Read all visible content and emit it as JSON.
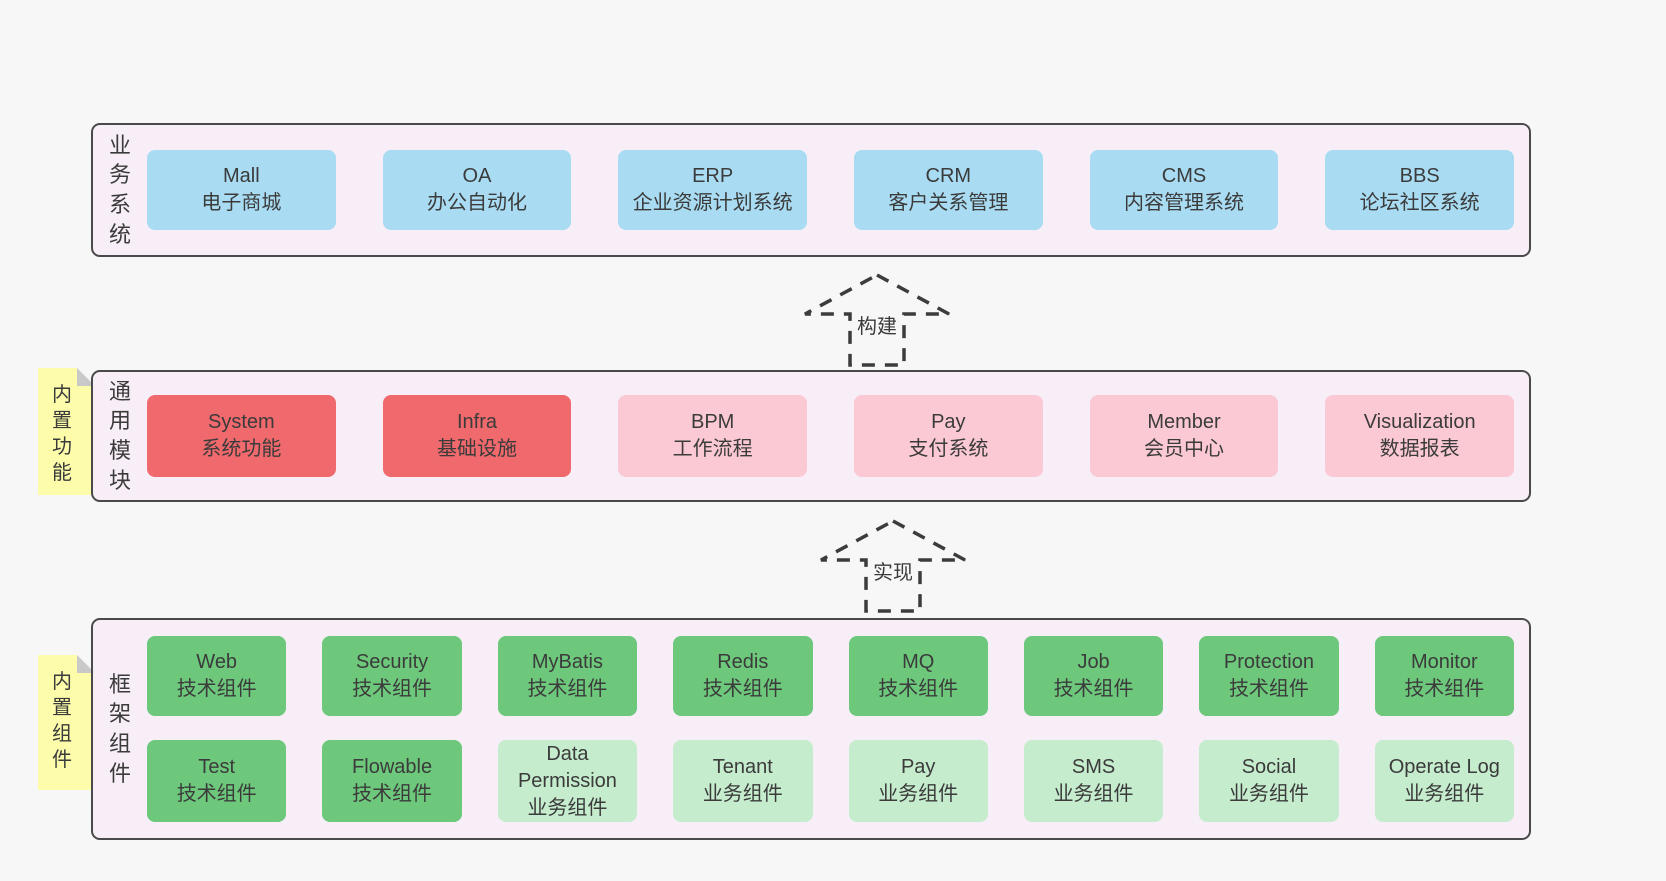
{
  "colors": {
    "page_bg": "#f7f7f7",
    "band_bg": "#f8eef7",
    "band_border": "#4a4a4a",
    "note_bg": "#fcfcab",
    "note_fold": "#c9c9c9",
    "box_blue": "#a9dcf3",
    "box_red": "#f0696c",
    "box_pink": "#fbc9d3",
    "box_green": "#6dc87c",
    "box_light_green": "#c6ecce",
    "text": "#3b3b3b"
  },
  "arrows": [
    {
      "label": "构建"
    },
    {
      "label": "实现"
    }
  ],
  "bands": [
    {
      "label": "业务系统",
      "boxes": [
        {
          "title": "Mall",
          "subtitle": "电子商城"
        },
        {
          "title": "OA",
          "subtitle": "办公自动化"
        },
        {
          "title": "ERP",
          "subtitle": "企业资源计划系统"
        },
        {
          "title": "CRM",
          "subtitle": "客户关系管理"
        },
        {
          "title": "CMS",
          "subtitle": "内容管理系统"
        },
        {
          "title": "BBS",
          "subtitle": "论坛社区系统"
        }
      ]
    },
    {
      "note": "内置功能",
      "label": "通用模块",
      "boxes": [
        {
          "title": "System",
          "subtitle": "系统功能"
        },
        {
          "title": "Infra",
          "subtitle": "基础设施"
        },
        {
          "title": "BPM",
          "subtitle": "工作流程"
        },
        {
          "title": "Pay",
          "subtitle": "支付系统"
        },
        {
          "title": "Member",
          "subtitle": "会员中心"
        },
        {
          "title": "Visualization",
          "subtitle": "数据报表"
        }
      ]
    },
    {
      "note": "内置组件",
      "label": "框架组件",
      "boxes": [
        {
          "title": "Web",
          "subtitle": "技术组件"
        },
        {
          "title": "Security",
          "subtitle": "技术组件"
        },
        {
          "title": "MyBatis",
          "subtitle": "技术组件"
        },
        {
          "title": "Redis",
          "subtitle": "技术组件"
        },
        {
          "title": "MQ",
          "subtitle": "技术组件"
        },
        {
          "title": "Job",
          "subtitle": "技术组件"
        },
        {
          "title": "Protection",
          "subtitle": "技术组件"
        },
        {
          "title": "Monitor",
          "subtitle": "技术组件"
        },
        {
          "title": "Test",
          "subtitle": "技术组件"
        },
        {
          "title": "Flowable",
          "subtitle": "技术组件"
        },
        {
          "title": "Data Permission",
          "subtitle": "业务组件"
        },
        {
          "title": "Tenant",
          "subtitle": "业务组件"
        },
        {
          "title": "Pay",
          "subtitle": "业务组件"
        },
        {
          "title": "SMS",
          "subtitle": "业务组件"
        },
        {
          "title": "Social",
          "subtitle": "业务组件"
        },
        {
          "title": "Operate Log",
          "subtitle": "业务组件"
        }
      ]
    }
  ]
}
